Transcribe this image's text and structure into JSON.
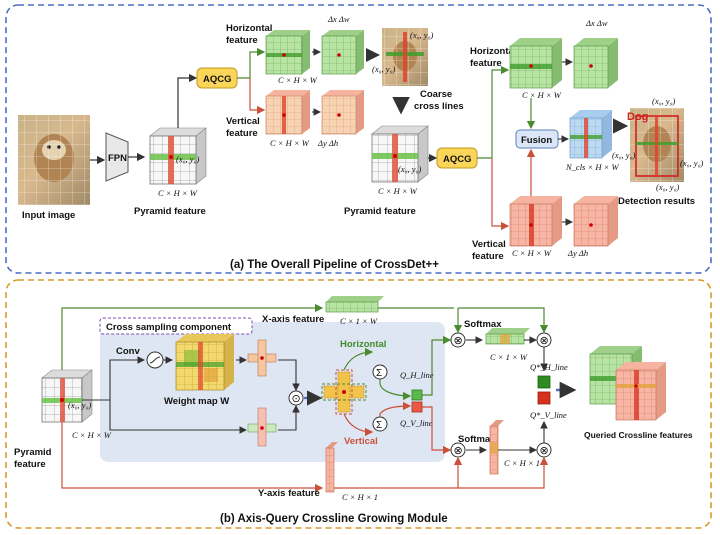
{
  "panel_a": {
    "caption": "(a) The Overall Pipeline of CrossDet++",
    "input_image_label": "Input image",
    "fpn_label": "FPN",
    "pyramid_feature_label": "Pyramid feature",
    "pyramid_feature_label_2": "Pyramid feature",
    "aqcg_label": "AQCG",
    "aqcg_label_2": "AQCG",
    "horizontal_feature_label": [
      "Horizontal",
      "feature"
    ],
    "vertical_feature_label": [
      "Vertical",
      "feature"
    ],
    "horizontal_feature_label_2": [
      "Horizontal",
      "feature"
    ],
    "vertical_feature_label_2": [
      "Vertical",
      "feature"
    ],
    "coarse_cross_lines_label": [
      "Coarse",
      "cross lines"
    ],
    "fusion_label": "Fusion",
    "detection_results_label": "Detection results",
    "dog_label": "Dog",
    "dims_chw": "C × H × W",
    "dims_nclsHW": "N_cls × H × W",
    "delta_x_w": "Δx  Δw",
    "delta_y_h": "Δy  Δh",
    "point_label": "(x₀, y₀)"
  },
  "panel_b": {
    "caption": "(b) Axis-Query Crossline Growing Module",
    "cross_sampling_label": "Cross sampling component",
    "x_axis_feature_label": "X-axis feature",
    "y_axis_feature_label": "Y-axis feature",
    "pyramid_feature_label": [
      "Pyramid",
      "feature"
    ],
    "conv_label": "Conv",
    "weight_map_label": "Weight map W",
    "horizontal_label": "Horizontal",
    "vertical_label": "Vertical",
    "softmax_label": "Softmax",
    "softmax_label_2": "Softmax",
    "queried_label": "Queried Crossline features",
    "dims_c1w": "C × 1 × W",
    "dims_ch1": "C × H × 1",
    "dims_chw": "C × H × W",
    "q_h_line": "Q_H_line",
    "q_v_line": "Q_V_line",
    "q_h_line_star": "Q*_H_line",
    "q_v_line_star": "Q*_V_line",
    "sigma": "Σ",
    "dot": "⊙",
    "otimes": "⊗"
  },
  "colors": {
    "blue_dash": "#4a6fc4",
    "orange_dash": "#d99a2b",
    "aqcg_fill": "#fbd55a",
    "green_line": "#4c8a2f",
    "red_line": "#c9503a",
    "green_grid": "#a9dc94",
    "red_grid": "#f4a996",
    "orange_grid": "#f6c9a4",
    "blue_grid": "#aed0ee",
    "fusion_fill": "#dbe7f7",
    "panel_bg": "#dfe6f3"
  }
}
